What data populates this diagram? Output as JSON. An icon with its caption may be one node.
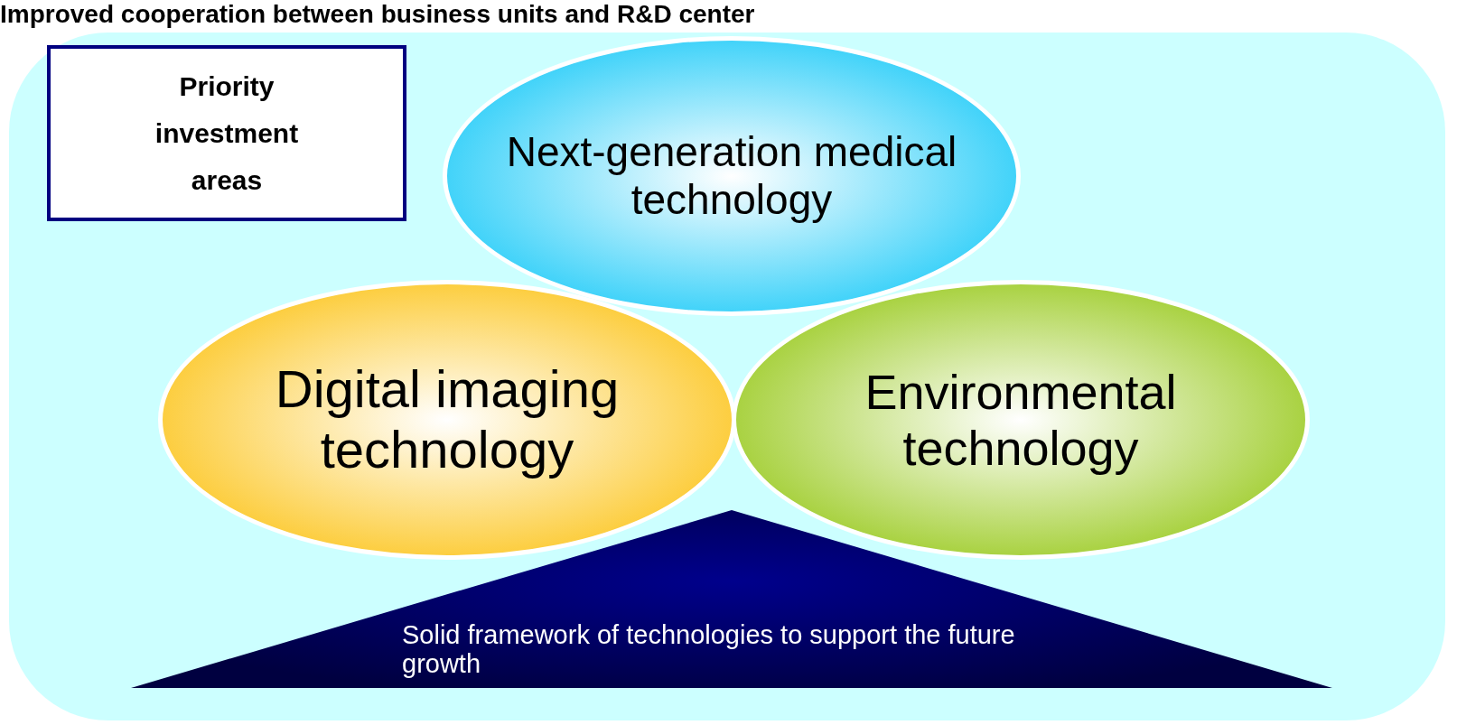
{
  "diagram": {
    "title": "Improved cooperation between business units and R&D center",
    "nodes": [
      {
        "text": [
          "Priority investment areas"
        ]
      },
      {
        "text": [
          "Next-generation medical technology"
        ]
      },
      {
        "text": [
          "Digital imaging technology"
        ]
      },
      {
        "text": [
          "Environmental technology"
        ]
      },
      {
        "text": [
          "Solid framework of technologies to support the future growth"
        ]
      }
    ],
    "edges": []
  }
}
